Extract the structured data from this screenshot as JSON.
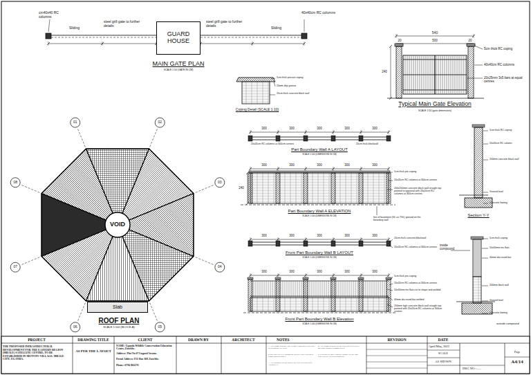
{
  "diagram": {
    "nodes": [
      {
        "text": [
          "GUARD HOUSE"
        ]
      },
      {
        "text": [
          "VOID"
        ]
      },
      {
        "text": [
          "Slab"
        ]
      }
    ],
    "labels": [
      "cm40x40 RC columns",
      "Sliding",
      "steel grill gate to further details",
      "steel grill gate to further details",
      "Sliding",
      "40x40cm RC columns",
      "MAIN GATE PLAN",
      "SCALE 1:50 (GATE IN CM)",
      "540",
      "20",
      "500",
      "20",
      "240",
      "5cm thick RC coping",
      "40x40cm RC columns",
      "20x25mm 3x5 bars at equal centres",
      "Typical Main Gate Elevation",
      "SCALE 1:50 (gate dimensions)",
      "5cm thick precast coping",
      "20mm drip groove",
      "20cm thick concrete block wall",
      "Coping Detail (SCALE 1:10)",
      "300",
      "300",
      "300",
      "300",
      "300",
      "20x20cm RC columns at 300cm centres",
      "20cm thick blockwall",
      "Part Boundary Wall A LAYOUT",
      "SCALE 1:100 (DIMENSIONS IN CM)",
      "300",
      "300",
      "300",
      "300",
      "300",
      "240",
      "5cm thick pre-coping",
      "20x20cm RC columns at 300cm centres",
      "200x200mm concrete block wall straight top pointed to approval with 20x20cm RC columns at 300cm centres",
      "Part Boundary Wall A ELEVATION",
      "SCALE 1:100 (DIMENSIONS IN CM)",
      "line of basement (GL as TGL) ground on the boundary wall",
      "300",
      "300",
      "300",
      "300",
      "300",
      "20cm thick concrete blockwall",
      "20x20cm RC columns at 300cm centres",
      "Front Part Boundary Wall B LAYOUT",
      "SCALE 1:100 (DIMENSIONS IN CM)",
      "300",
      "300",
      "300",
      "300",
      "300",
      "5cm thick pre-coping",
      "20x20cm RC columns at 300cm centres",
      "50x50mm ms flats cut to shape and welded",
      "40mm dia round bar welded",
      "200mm high concrete block wall straight top pointed with 20x20cm RC columns at 300cm centres",
      "Front Part Boundary Wall B Elevation",
      "SCALE 1:100 (DIMENSIONS IN CM)",
      "5cm thick RC coping",
      "20x20cm RC column",
      "200mm concrete block wall",
      "Ground level",
      "Concrete footing",
      "Section Y-Y",
      "inside compound",
      "outside compound",
      "5cm thick coping",
      "50x50mm ms flats",
      "40mm dia round bar",
      "200mm block wall",
      "Ground level",
      "Concrete footing",
      "ROOF PLAN",
      "SCALE 1:100 (BLOCK-A)",
      "01",
      "02",
      "03",
      "04",
      "05",
      "06",
      "07",
      "08",
      "PROJECT",
      "DRAWING TITLE",
      "CLIENT",
      "DRAWN BY",
      "ARCHITECT",
      "NOTES",
      "REVISION",
      "DATE",
      "THE PROPOSED INFRASTRUCTURAL DEVELOPMENT FOR THE EASTERN REGION (MBALE) SATELLITE CENTRE, TO BE ESTABLISHED IN MUTOTO VILLAGE, MBALE CITY, UGANDA.",
      "AS PER THE LAYOUT",
      "NAME:  Uganda Wildlife Conservation Education Centre, Entebbe.",
      "Address: Plot No 07 Lugard Avenue.",
      "Postal Address: P.O Box 369, Entebbe.",
      "Phone:   0794 802270",
      "1. ALL DIMENSIONS ARE IN MILLIMETRES UNLESS OTHERWISE STATED.",
      "2. DO NOT SCALE FROM DRAWING; USE FIGURED DIMENSIONS ONLY.",
      "3. ALL WORKS TO BE DONE TO THE ENGINEER'S APPROVAL.",
      "4. ALL DIMENSIONS TO BE CHECKED ON SITE BEFORE WORK COMMENCES.",
      "5. CONCRETE MIX FOR RC WORK TO BE C25 UNLESS STATED OTHERWISE.",
      "April/May, 2022",
      "SCALE",
      "AS SHOWN",
      "DRG NO:-......",
      "Page",
      "A4/14"
    ]
  }
}
